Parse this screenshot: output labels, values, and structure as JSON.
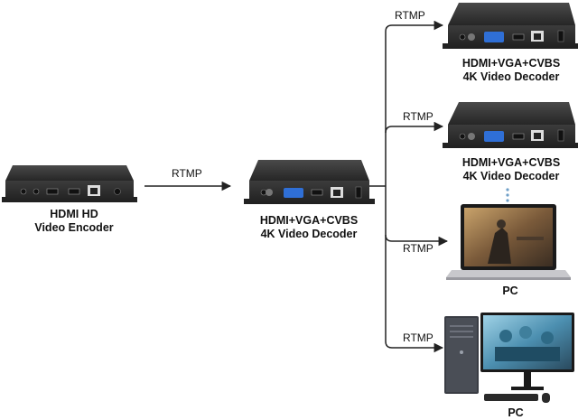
{
  "encoder": {
    "line1": "HDMI HD",
    "line2": "Video Encoder"
  },
  "decoder_main": {
    "line1": "HDMI+VGA+CVBS",
    "line2": "4K Video Decoder"
  },
  "decoder_top": {
    "line1": "HDMI+VGA+CVBS",
    "line2": "4K Video Decoder"
  },
  "decoder_mid": {
    "line1": "HDMI+VGA+CVBS",
    "line2": "4K Video Decoder"
  },
  "pc_laptop": {
    "label": "PC"
  },
  "pc_desktop": {
    "label": "PC"
  },
  "links": {
    "encoder_to_decoder": "RTMP",
    "to_top_decoder": "RTMP",
    "to_mid_decoder": "RTMP",
    "to_laptop": "RTMP",
    "to_desktop": "RTMP"
  },
  "colors": {
    "device_body": "#2b2b2b",
    "device_front": "#3a3a3a",
    "line": "#222222",
    "vga_port": "#2f6fd6"
  },
  "icons": [
    "encoder-device-icon",
    "decoder-device-icon",
    "laptop-icon",
    "desktop-pc-icon",
    "monitor-icon",
    "ellipsis-dots-icon"
  ]
}
